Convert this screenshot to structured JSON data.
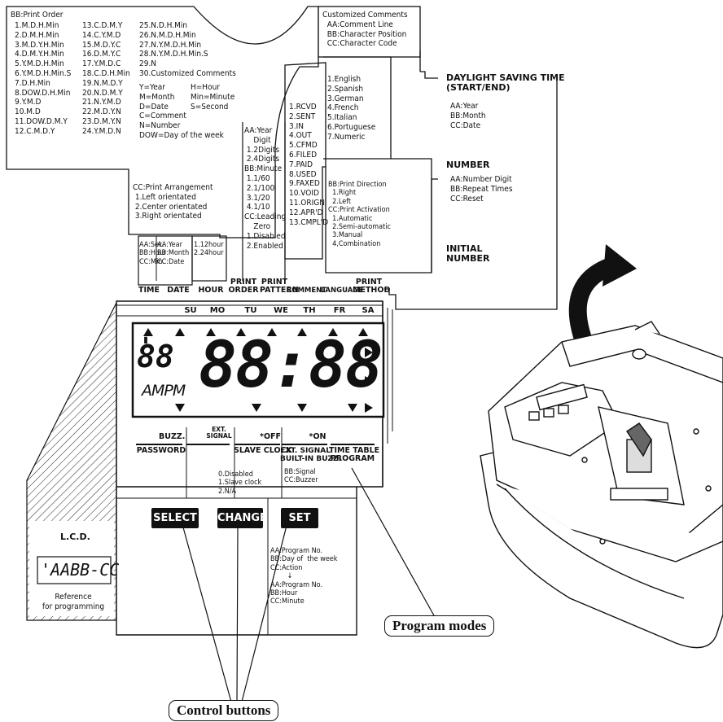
{
  "print_order": {
    "title": "BB:Print Order",
    "col1": "1.M.D.H.Min\n2.D.M.H.Min\n3.M.D.Y.H.Min\n4.D.M.Y.H.Min\n5.Y.M.D.H.Min\n6.Y.M.D.H.Min.S\n7.D.H.Min\n8.DOW.D.H.Min\n9.Y.M.D\n10.M.D\n11.DOW.D.M.Y\n12.C.M.D.Y",
    "col2": "13.C.D.M.Y\n14.C.Y.M.D\n15.M.D.Y.C\n16.D.M.Y.C\n17.Y.M.D.C\n18.C.D.H.Min\n19.N.M.D.Y\n20.N.D.M.Y\n21.N.Y.M.D\n22.M.D.Y.N\n23.D.M.Y.N\n24.Y.M.D.N",
    "col3": "25.N.D.H.Min\n26.N.M.D.H.Min\n27.N.Y.M.D.H.Min\n28.N.Y.M.D.H.Min.S\n29.N\n30.Customized Comments",
    "legend_left": "Y=Year\nM=Month\nD=Date\nC=Comment\nN=Number\nDOW=Day of the week",
    "legend_right": "H=Hour\nMin=Minute\nS=Second"
  },
  "print_arrangement": "CC:Print Arrangement\n 1.Left orientated\n 2.Center orientated\n 3.Right orientated",
  "customized_comments": "Customized Comments\n  AA:Comment Line\n  BB:Character Position\n  CC:Character Code",
  "time_settings": "AA:Sec.\nBB:Hour\nCC:Min.",
  "date_settings": "AA:Year\nBB:Month\nCC:Date",
  "hour_settings": "1.12hour\n2.24hour",
  "print_pattern": "AA:Year\n    Digit\n 1.2Digits\n 2.4Digits\nBB:Minute\n 1.1/60\n 2.1/100\n 3.1/20\n 4.1/10\nCC:Leading\n    Zero\n 1.Disabled\n 2.Enabled",
  "comments": "1.RCVD\n2.SENT\n3.IN\n4.OUT\n5.CFMD\n6.FILED\n7.PAID\n8.USED\n9.FAXED\n10.VOID\n11.ORIGN\n12.APR'D\n13.CMPL'D",
  "languages": "1.English\n2.Spanish\n3.German\n4.French\n5.Italian\n6.Portuguese\n7.Numeric",
  "print_method": "BB:Print Direction\n  1.Right\n  2.Left\nCC:Print Activation\n  1.Automatic\n  2.Semi-automatic\n  3.Manual\n  4,Combination",
  "dst": {
    "title": "DAYLIGHT SAVING TIME\n(START/END)",
    "body": "AA:Year\nBB:Month\nCC:Date"
  },
  "number": {
    "title": "NUMBER",
    "body": "AA:Number Digit\nBB:Repeat Times\nCC:Reset"
  },
  "initial_number": "INITIAL\nNUMBER",
  "mode_labels": {
    "time": "TIME",
    "date": "DATE",
    "hour": "HOUR",
    "print_order": "PRINT\nORDER",
    "print_pattern": "PRINT\nPATTERN",
    "comment": "COMMENT",
    "language": "LANGUAGE",
    "print_method": "PRINT\nMETHOD"
  },
  "days": [
    "SU",
    "MO",
    "TU",
    "WE",
    "TH",
    "FR",
    "SA"
  ],
  "display": {
    "small": "88",
    "main": "88:88",
    "ampm": "AMPM"
  },
  "bottom_labels": {
    "password": "PASSWORD",
    "buzz": "BUZZ.",
    "ext_signal": "EXT.\nSIGNAL",
    "off": "*OFF",
    "slave_clock": "SLAVE CLOCK",
    "on": "*ON",
    "ext_signal_buzz": "EXT. SIGNAL\nBUILT-IN BUZZ.",
    "time_table": "TIME TABLE\nPROGRAM"
  },
  "slave_clock_options": "0.Disabled\n1.Slave clock\n2.N/A",
  "buzz_options": "BB:Signal\nCC:Buzzer",
  "program_info": "AA:Program No.\nBB:Day of  the week\nCC:Action\n        ↓\nAA:Program No.\nBB:Hour\nCC:Minute",
  "buttons": {
    "select": "SELECT",
    "change": "CHANGE",
    "set": "SET"
  },
  "lcd_reference": {
    "title": "L.C.D.",
    "display": "'AABB-CC",
    "caption": "Reference\nfor programming"
  },
  "callouts": {
    "program_modes": "Program modes",
    "control_buttons": "Control buttons"
  }
}
